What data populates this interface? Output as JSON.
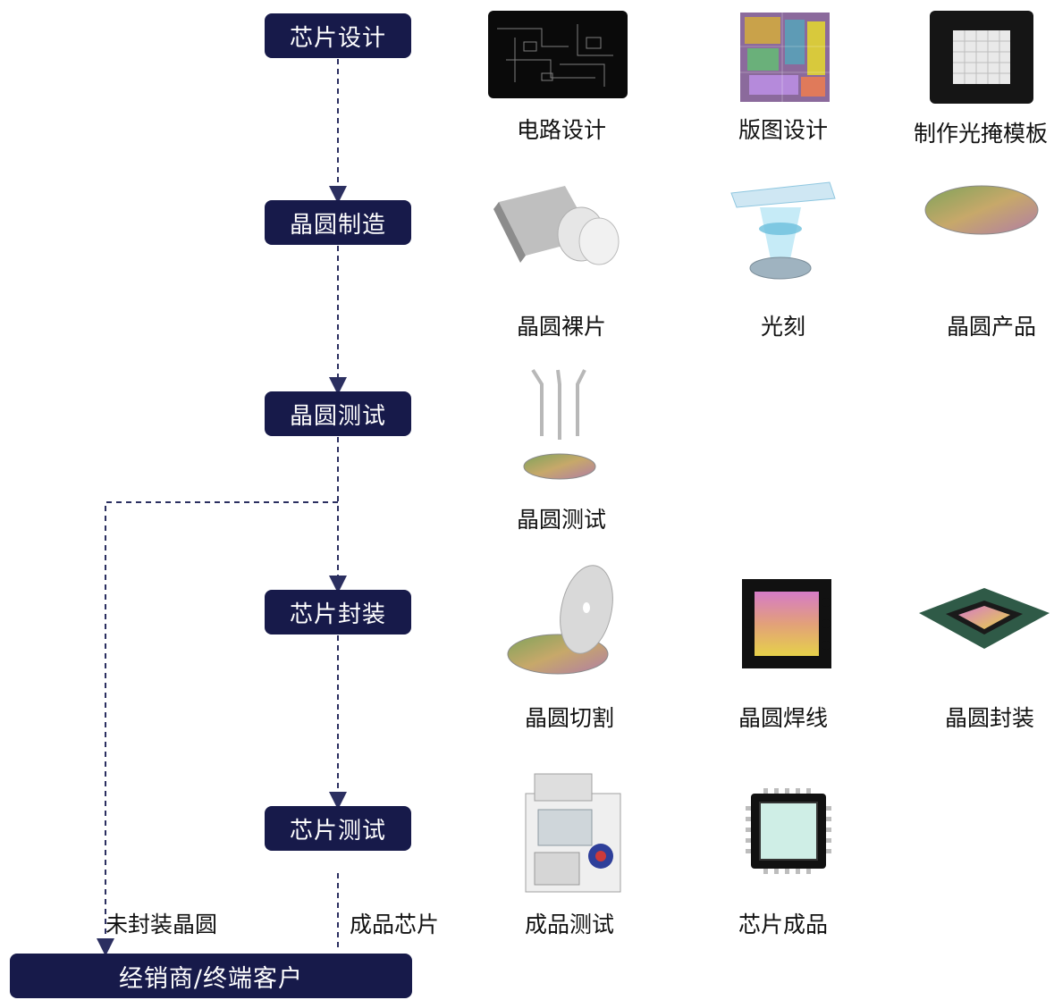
{
  "process_steps": {
    "chip_design": "芯片设计",
    "wafer_fab": "晶圆制造",
    "wafer_test": "晶圆测试",
    "chip_packaging": "芯片封装",
    "chip_test": "芯片测试",
    "customer": "经销商/终端客户"
  },
  "edge_labels": {
    "unpackaged_wafer": "未封装晶圆",
    "finished_chip": "成品芯片"
  },
  "illustrations": {
    "design": [
      "电路设计",
      "版图设计",
      "制作光掩模板"
    ],
    "fab": [
      "晶圆裸片",
      "光刻",
      "晶圆产品"
    ],
    "test": [
      "晶圆测试"
    ],
    "packaging": [
      "晶圆切割",
      "晶圆焊线",
      "晶圆封装"
    ],
    "final": [
      "成品测试",
      "芯片成品"
    ]
  },
  "colors": {
    "box_fill": "#171a4a",
    "box_text": "#ffffff",
    "connector": "#2b2f60"
  }
}
